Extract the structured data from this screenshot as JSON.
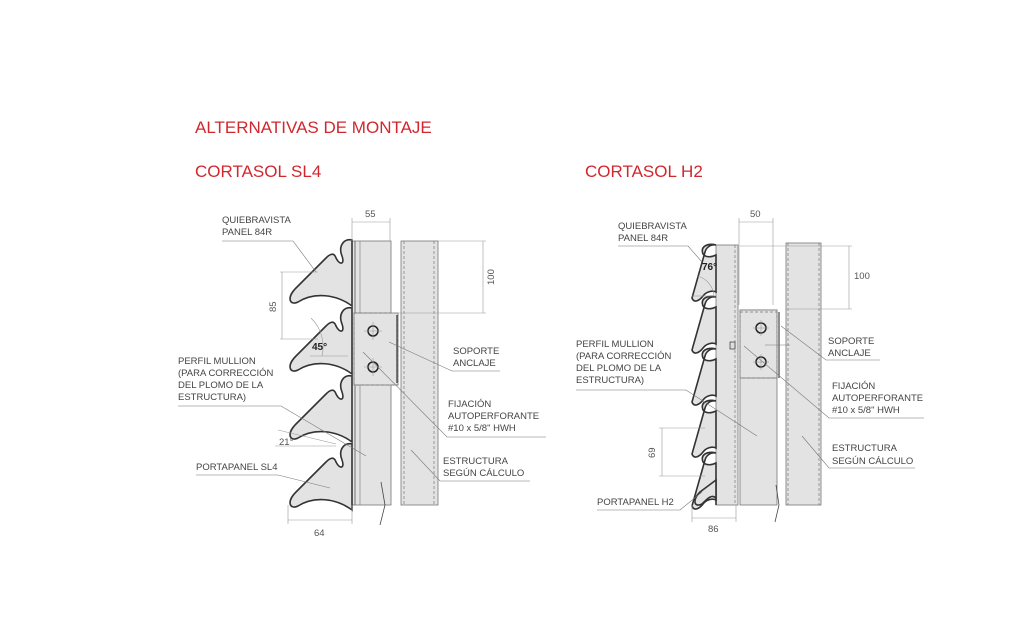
{
  "title": "ALTERNATIVAS DE MONTAJE",
  "left": {
    "heading": "CORTASOL SL4",
    "labels": {
      "quiebravista": [
        "QUIEBRAVISTA",
        "PANEL 84R"
      ],
      "mullion": [
        "PERFIL MULLION",
        "(PARA CORRECCIÓN",
        "DEL PLOMO DE LA",
        "ESTRUCTURA)"
      ],
      "portapanel": "PORTAPANEL SL4",
      "soporte": [
        "SOPORTE",
        "ANCLAJE"
      ],
      "fijacion": [
        "FIJACIÓN",
        "AUTOPERFORANTE",
        "#10 x 5/8\" HWH"
      ],
      "estructura": [
        "ESTRUCTURA",
        "SEGÚN CÁLCULO"
      ]
    },
    "dimensions": {
      "width_top": "55",
      "height": "100",
      "pitch": "85",
      "depth": "64"
    },
    "angles": {
      "blade": "45°",
      "base": "21°"
    }
  },
  "right": {
    "heading": "CORTASOL H2",
    "labels": {
      "quiebravista": [
        "QUIEBRAVISTA",
        "PANEL 84R"
      ],
      "mullion": [
        "PERFIL MULLION",
        "(PARA CORRECCIÓN",
        "DEL PLOMO DE LA",
        "ESTRUCTURA)"
      ],
      "portapanel": "PORTAPANEL H2",
      "soporte": [
        "SOPORTE",
        "ANCLAJE"
      ],
      "fijacion": [
        "FIJACIÓN",
        "AUTOPERFORANTE",
        "#10 x 5/8\" HWH"
      ],
      "estructura": [
        "ESTRUCTURA",
        "SEGÚN CÁLCULO"
      ]
    },
    "dimensions": {
      "width_top": "50",
      "height": "100",
      "pitch": "69",
      "depth": "86"
    },
    "angles": {
      "blade": "76°"
    }
  }
}
